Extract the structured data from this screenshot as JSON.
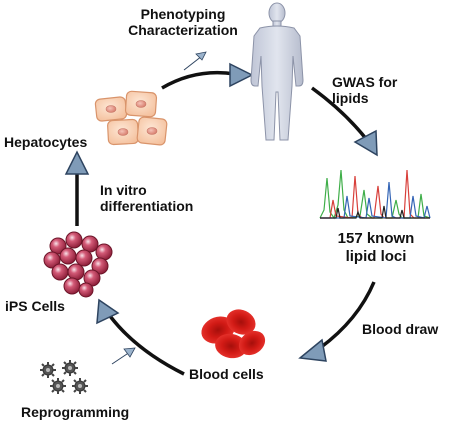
{
  "labels": {
    "phenotyping": "Phenotyping",
    "characterization": "Characterization",
    "gwas_line1": "GWAS for",
    "gwas_line2": "lipids",
    "known_loci_line1": "157 known",
    "known_loci_line2": "lipid loci",
    "blood_draw": "Blood draw",
    "blood_cells": "Blood cells",
    "reprogramming": "Reprogramming",
    "ips_cells": "iPS Cells",
    "in_vitro_line1": "In vitro",
    "in_vitro_line2": "differentiation",
    "hepatocytes": "Hepatocytes"
  },
  "icons": {
    "human": "human-figure-icon",
    "chromatogram": "sequencing-chromatogram-icon",
    "blood_cells": "red-blood-cells-icon",
    "virus": "reprogramming-virus-icon",
    "ips": "ips-cell-cluster-icon",
    "hepatocytes": "hepatocyte-cluster-icon"
  },
  "colors": {
    "cycle_arrow": "#111111",
    "arrowhead_fill": "#7f9bb8",
    "arrowhead_stroke": "#2e4460",
    "human_fill": "#cfd4e2",
    "human_stroke": "#8c93a8",
    "rbc_fill": "#dd1f1a",
    "rbc_center": "#a50f0b",
    "ips_fill": "#b5314f",
    "ips_highlight": "#f6d7df",
    "hepatocyte_fill": "#f9d3b8",
    "hepatocyte_stroke": "#d9946b",
    "hepatocyte_nucleus": "#e89a8b",
    "virus_fill": "#555555",
    "trace_green": "#3fae49",
    "trace_red": "#d8403b",
    "trace_blue": "#3465b6",
    "trace_black": "#222222"
  }
}
